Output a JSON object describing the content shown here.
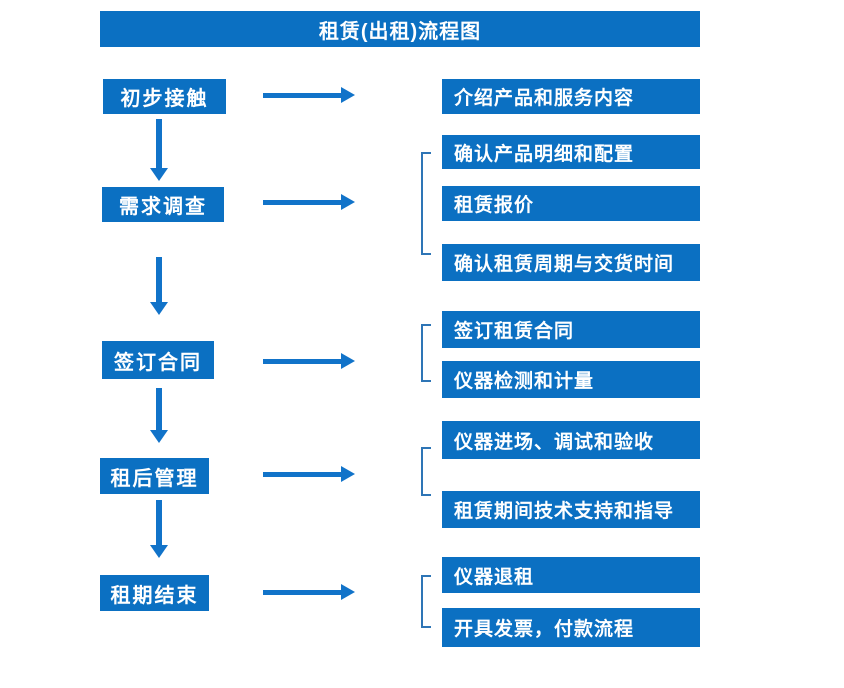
{
  "title": "租赁(出租)流程图",
  "colors": {
    "box_blue": "#0b70c2",
    "arrow_blue": "#1173c9",
    "bracket_blue": "#2e75b6",
    "text_white": "#ffffff",
    "background": "#ffffff"
  },
  "steps": [
    {
      "label": "初步接触",
      "details": [
        "介绍产品和服务内容"
      ]
    },
    {
      "label": "需求调查",
      "details": [
        "确认产品明细和配置",
        "租赁报价",
        "确认租赁周期与交货时间"
      ]
    },
    {
      "label": "签订合同",
      "details": [
        "签订租赁合同",
        "仪器检测和计量"
      ]
    },
    {
      "label": "租后管理",
      "details": [
        "仪器进场、调试和验收",
        "租赁期间技术支持和指导"
      ]
    },
    {
      "label": "租期结束",
      "details": [
        "仪器退租",
        "开具发票，付款流程"
      ]
    }
  ]
}
